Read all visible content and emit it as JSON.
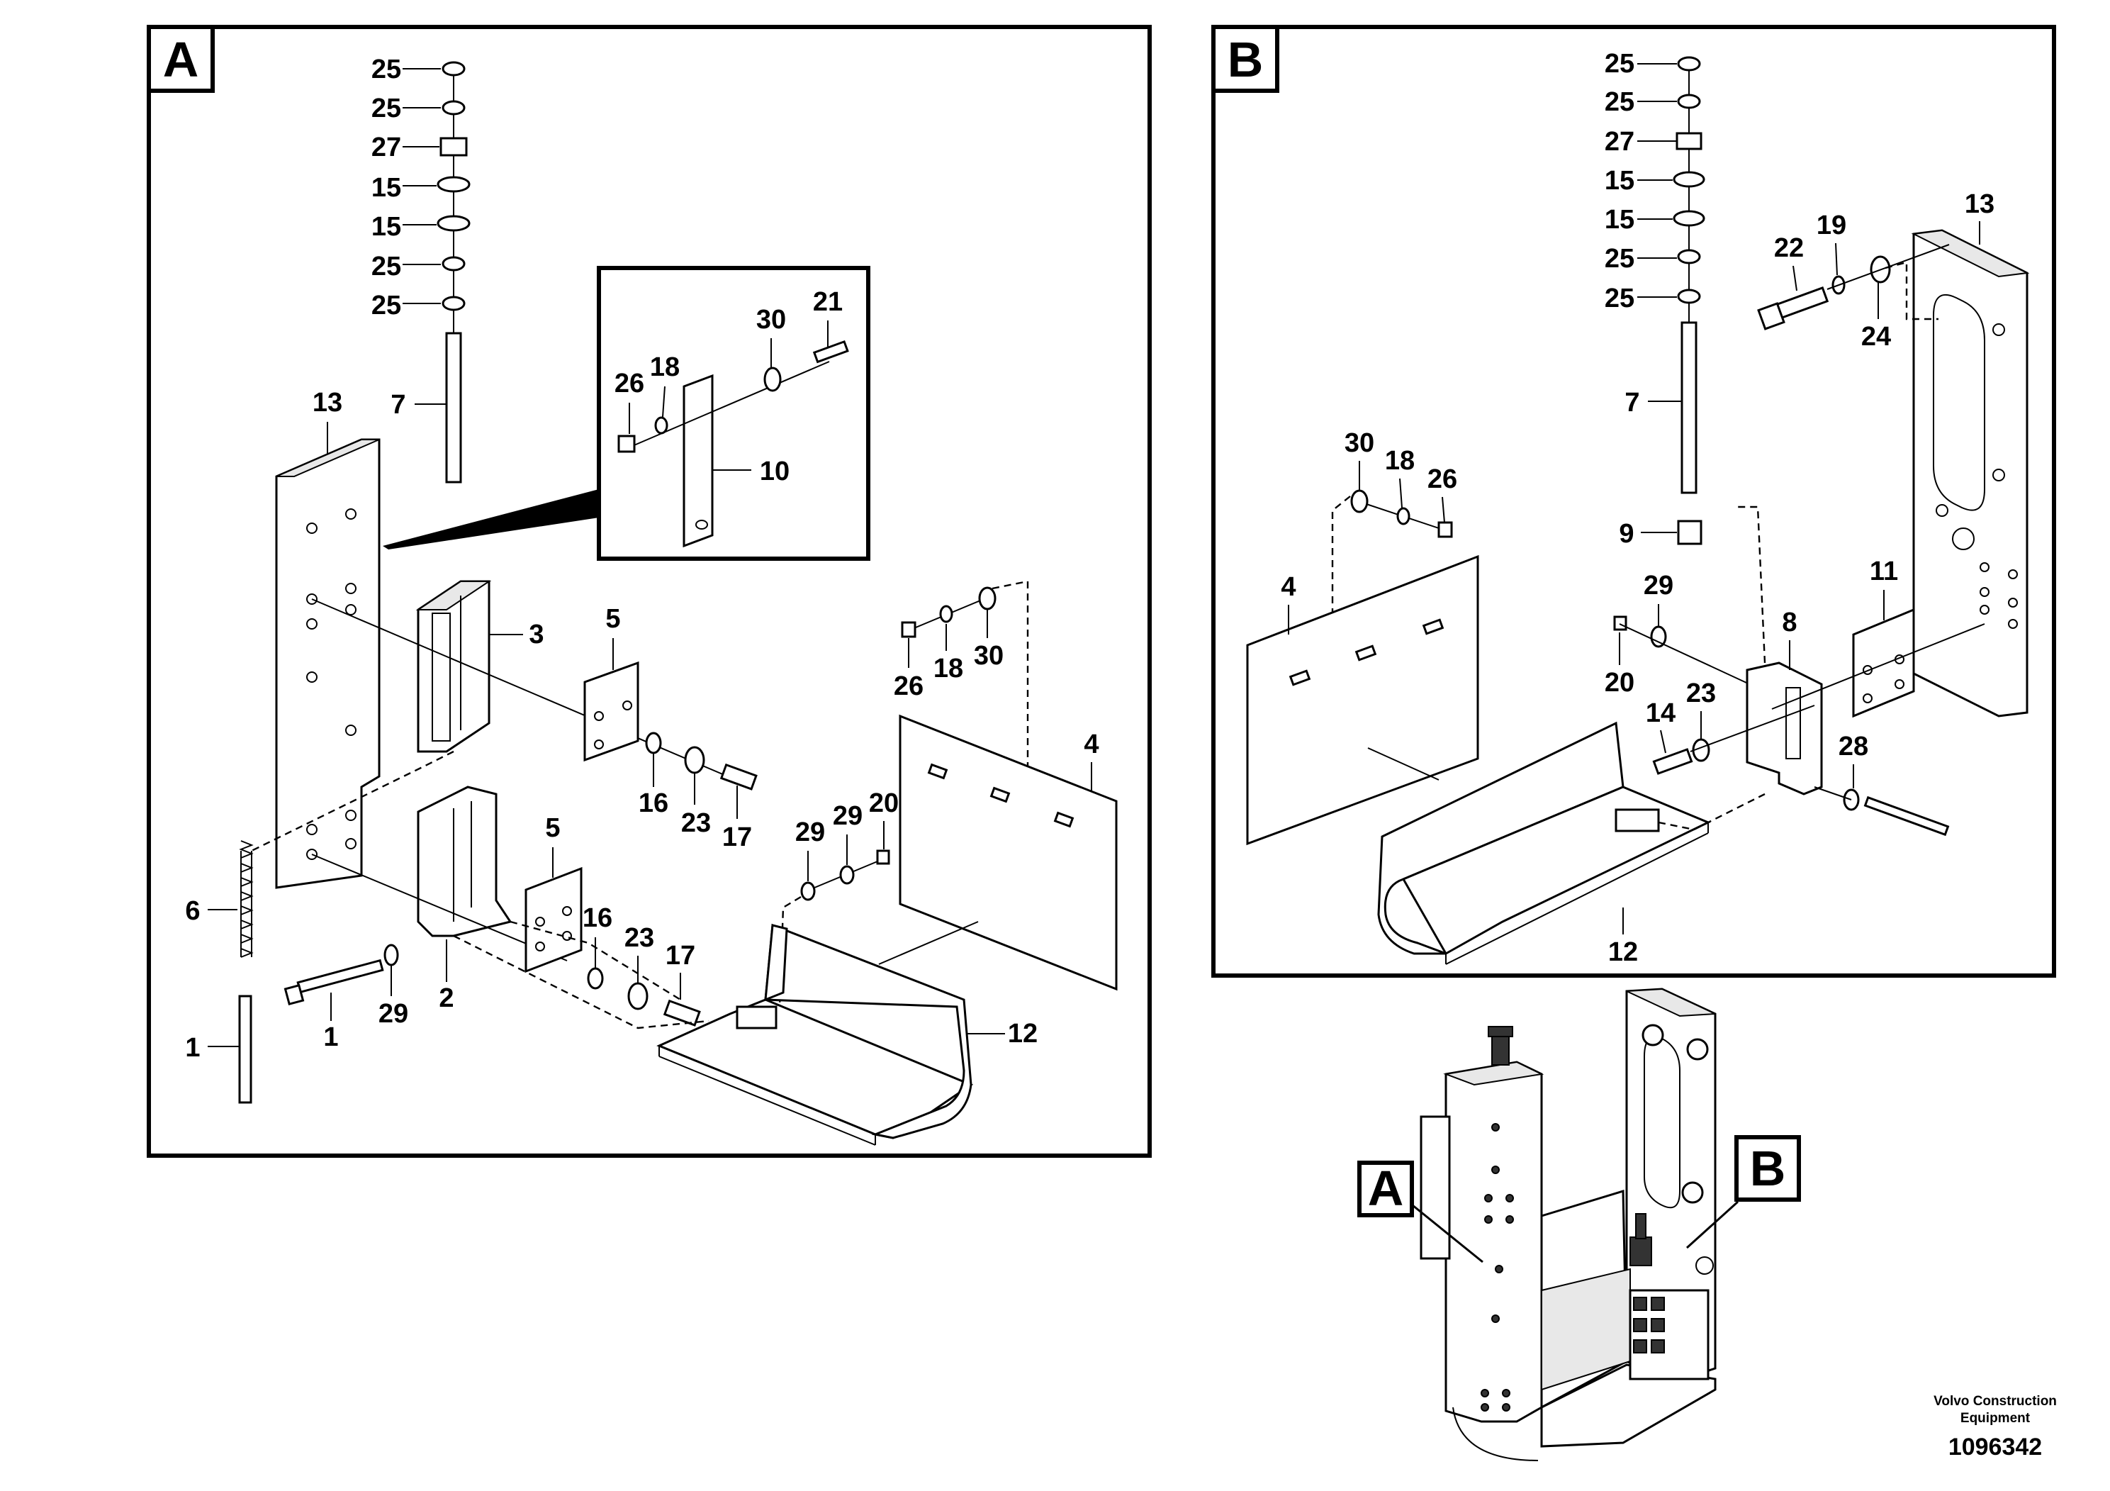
{
  "panel_a": {
    "letter": "A",
    "callouts": {
      "c25a": "25",
      "c25b": "25",
      "c27": "27",
      "c15a": "15",
      "c15b": "15",
      "c25c": "25",
      "c25d": "25",
      "c7": "7",
      "c13": "13",
      "c3": "3",
      "c5a": "5",
      "c16a": "16",
      "c23a": "23",
      "c17a": "17",
      "c6": "6",
      "c1a": "1",
      "c1b": "1",
      "c29a": "29",
      "c2": "2",
      "c5b": "5",
      "c16b": "16",
      "c23b": "23",
      "c17b": "17",
      "c26": "26",
      "c18": "18",
      "c30": "30",
      "c4": "4",
      "c29b": "29",
      "c29c": "29",
      "c20": "20",
      "c12": "12"
    },
    "inset": {
      "c21": "21",
      "c30": "30",
      "c26": "26",
      "c18": "18",
      "c10": "10"
    }
  },
  "panel_b": {
    "letter": "B",
    "callouts": {
      "c25a": "25",
      "c25b": "25",
      "c27": "27",
      "c15a": "15",
      "c15b": "15",
      "c25c": "25",
      "c25d": "25",
      "c7": "7",
      "c9": "9",
      "c13": "13",
      "c22": "22",
      "c19": "19",
      "c24": "24",
      "c30": "30",
      "c18": "18",
      "c26": "26",
      "c4": "4",
      "c29": "29",
      "c20": "20",
      "c8": "8",
      "c11": "11",
      "c14": "14",
      "c23": "23",
      "c28": "28",
      "c12": "12"
    }
  },
  "overview": {
    "label_a": "A",
    "label_b": "B"
  },
  "footer": {
    "brand_line1": "Volvo Construction",
    "brand_line2": "Equipment",
    "doc_number": "1096342"
  }
}
